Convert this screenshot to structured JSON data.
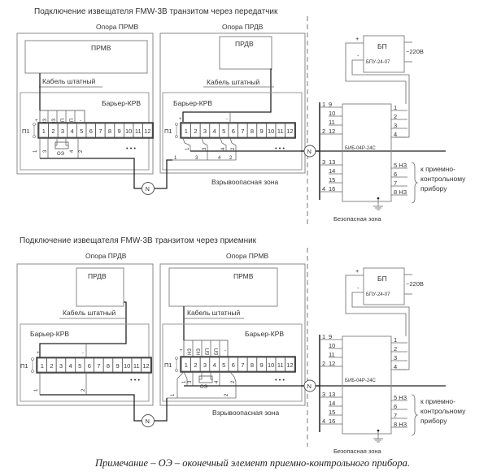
{
  "note": "Примечание – ОЭ – оконечный элемент приемно-контрольного прибора.",
  "common": {
    "cable": "Кабель штатный",
    "barrier": "Барьер-КРВ",
    "strip_label": "П1",
    "terminals": [
      "1",
      "2",
      "3",
      "4",
      "5",
      "6",
      "7",
      "8",
      "9",
      "10",
      "11",
      "12"
    ],
    "ellipsis": "• • •",
    "node": "N",
    "oe": "ОЭ",
    "hazard_zone": "Взрывоопасная зона",
    "safe_zone": "Безопасная зона",
    "top_pins": [
      "+",
      "НЗ",
      "НЗ",
      "БП",
      "БП",
      "-"
    ],
    "psu_title": "БП",
    "psu_model": "БПУ-24-07",
    "psu_plus": "+",
    "psu_minus": "-",
    "mains": "~220В",
    "bib_model": "БИБ-04Р-24С",
    "bib_left_pins": [
      "9",
      "10",
      "11",
      "12",
      "13",
      "14",
      "15",
      "16"
    ],
    "bib_left_nums": [
      "1",
      "2",
      "3",
      "4"
    ],
    "bib_right_pins": [
      "1",
      "2",
      "3",
      "4",
      "5 НЗ",
      "6",
      "7",
      "8 НЗ"
    ],
    "to_panel": [
      "к приемно-",
      "контрольному",
      "прибору"
    ]
  },
  "diagram_top": {
    "title": "Подключение  извещателя FMW-3B транзитом через передатчик",
    "left_support": "Опора ПРМВ",
    "left_device": "ПРМВ",
    "right_support": "Опора ПРДВ",
    "right_device": "ПРДВ"
  },
  "diagram_bottom": {
    "title": "Подключение  извещателя FMW-3B транзитом через приемник",
    "left_support": "Опора ПРДВ",
    "left_device": "ПРДВ",
    "right_support": "Опора ПРМВ",
    "right_device": "ПРМВ"
  }
}
